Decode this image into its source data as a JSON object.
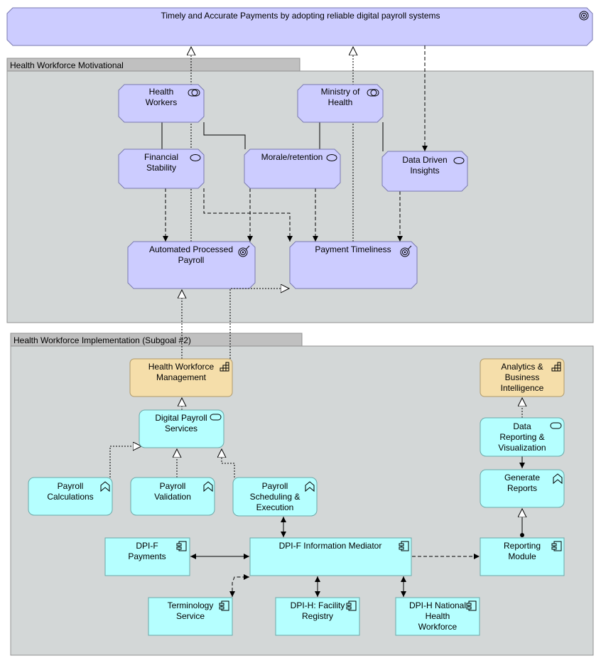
{
  "groups": {
    "motivational": "Health Workforce Motivational",
    "implementation": "Health Workforce Implementation (Subgoal #2)"
  },
  "nodes": {
    "top_goal": "Timely and Accurate Payments by adopting reliable digital payroll systems",
    "health_workers": [
      "Health",
      "Workers"
    ],
    "ministry_of_health": [
      "Ministry of",
      "Health"
    ],
    "financial_stability": [
      "Financial",
      "Stability"
    ],
    "morale_retention": [
      "Morale/retention"
    ],
    "data_driven_insights": [
      "Data Driven",
      "Insights"
    ],
    "automated_payroll": [
      "Automated Processed",
      "Payroll"
    ],
    "payment_timeliness": [
      "Payment Timeliness"
    ],
    "hw_management": [
      "Health Workforce",
      "Management"
    ],
    "analytics_bi": [
      "Analytics &",
      "Business",
      "Intelligence"
    ],
    "digital_payroll_services": [
      "Digital Payroll",
      "Services"
    ],
    "data_reporting": [
      "Data",
      "Reporting &",
      "Visualization"
    ],
    "payroll_calculations": [
      "Payroll",
      "Calculations"
    ],
    "payroll_validation": [
      "Payroll",
      "Validation"
    ],
    "payroll_scheduling": [
      "Payroll",
      "Scheduling &",
      "Execution"
    ],
    "generate_reports": [
      "Generate",
      "Reports"
    ],
    "dpi_f_payments": [
      "DPI-F",
      "Payments"
    ],
    "dpi_f_mediator": [
      "DPI-F Information Mediator"
    ],
    "reporting_module": [
      "Reporting",
      "Module"
    ],
    "terminology_service": [
      "Terminology",
      "Service"
    ],
    "dpi_h_facility": [
      "DPI-H: Facility",
      "Registry"
    ],
    "dpi_h_workforce": [
      "DPI-H National",
      "Health",
      "Workforce"
    ]
  },
  "colors": {
    "motivation": "#ccccff",
    "business": "#f5deaa",
    "application": "#b5ffff",
    "group": "#d3d7d7",
    "group_tab": "#c0c0c0"
  }
}
